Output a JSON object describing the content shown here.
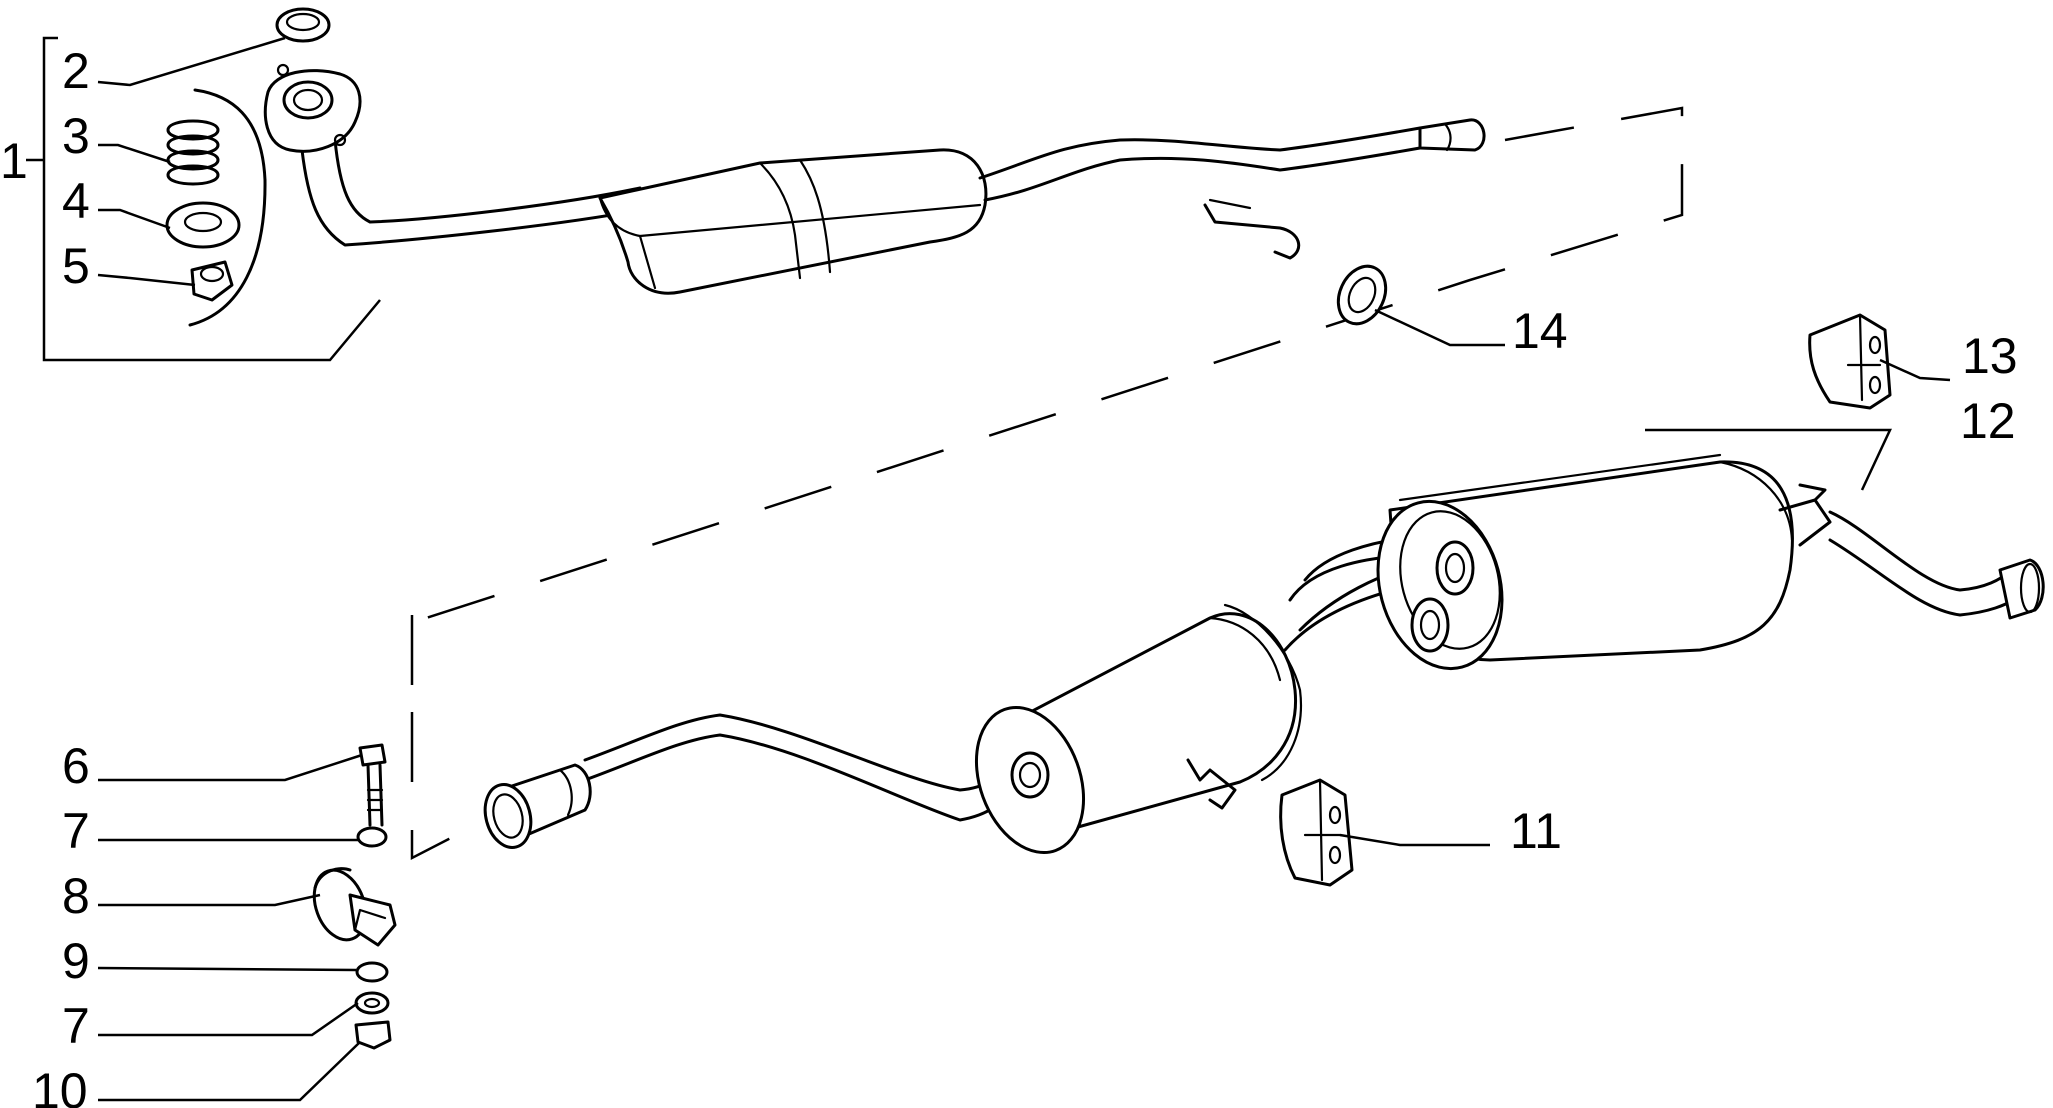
{
  "callouts": [
    {
      "id": "p1",
      "label": "1"
    },
    {
      "id": "p2",
      "label": "2"
    },
    {
      "id": "p3",
      "label": "3"
    },
    {
      "id": "p4",
      "label": "4"
    },
    {
      "id": "p5",
      "label": "5"
    },
    {
      "id": "p6",
      "label": "6"
    },
    {
      "id": "p7a",
      "label": "7"
    },
    {
      "id": "p8",
      "label": "8"
    },
    {
      "id": "p9",
      "label": "9"
    },
    {
      "id": "p7b",
      "label": "7"
    },
    {
      "id": "p10",
      "label": "10"
    },
    {
      "id": "p11",
      "label": "11"
    },
    {
      "id": "p12",
      "label": "12"
    },
    {
      "id": "p13",
      "label": "13"
    },
    {
      "id": "p14",
      "label": "14"
    }
  ]
}
